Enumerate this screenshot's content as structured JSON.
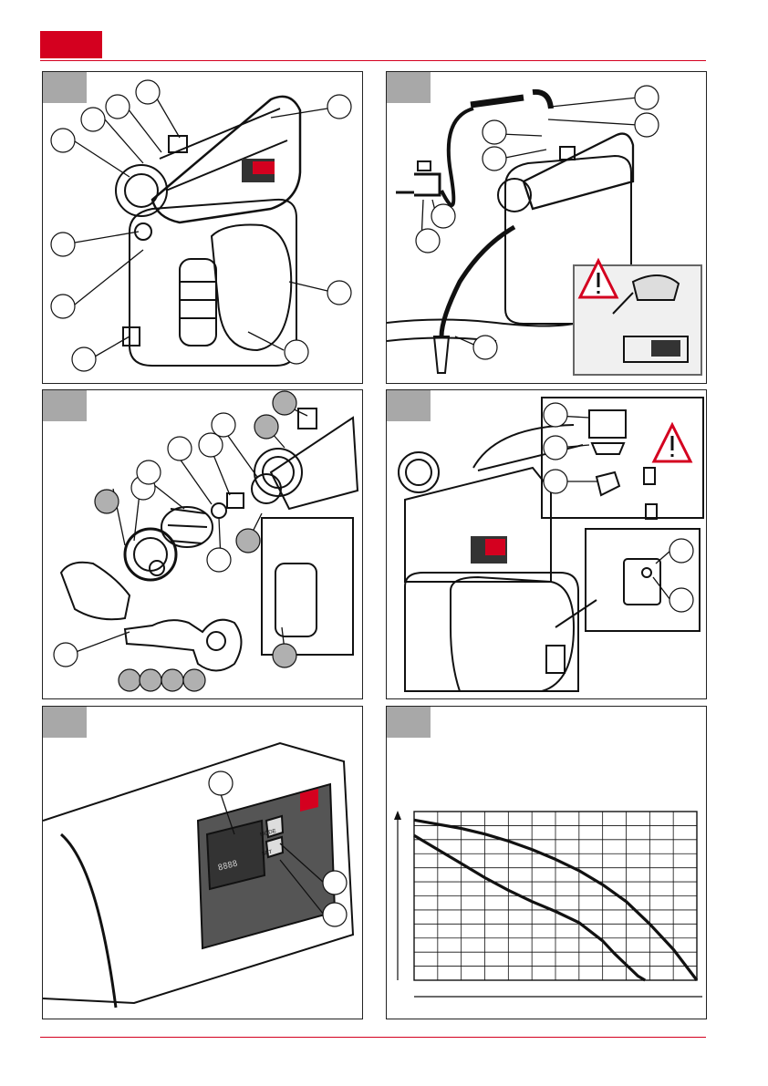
{
  "colors": {
    "brand_red": "#d4001f",
    "panel_tag_grey": "#a8a8a8",
    "line": "#222222"
  },
  "icons": [
    "warning-triangle-icon",
    "water-tap-icon",
    "watering-can-icon"
  ],
  "fig5": {
    "mode_label": "MODE",
    "set_label": "SET",
    "display_digits": "8888"
  },
  "chart_data": {
    "type": "line",
    "title": "",
    "xlabel": "",
    "ylabel": "",
    "x_range": [
      0,
      12
    ],
    "y_range": [
      0,
      12
    ],
    "grid": true,
    "series": [
      {
        "x": [
          0,
          1,
          2,
          3,
          4,
          5,
          6,
          7,
          8,
          9,
          10,
          11,
          12
        ],
        "y": [
          11.4,
          11.1,
          10.8,
          10.4,
          9.9,
          9.3,
          8.6,
          7.8,
          6.8,
          5.6,
          4.0,
          2.2,
          0
        ]
      },
      {
        "x": [
          0,
          1,
          2,
          3,
          4,
          5,
          6,
          7,
          8,
          8.5,
          9,
          9.5,
          9.8
        ],
        "y": [
          10.3,
          9.3,
          8.3,
          7.3,
          6.4,
          5.6,
          4.9,
          4.1,
          2.8,
          1.9,
          1.1,
          0.3,
          0
        ]
      }
    ]
  }
}
